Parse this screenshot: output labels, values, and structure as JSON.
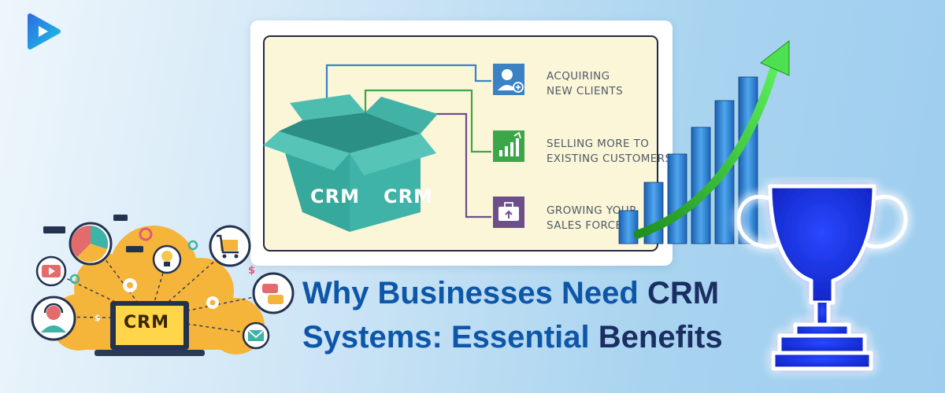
{
  "diagram": {
    "box_labels": [
      "CRM",
      "CRM"
    ],
    "benefits": [
      {
        "line1": "ACQUIRING",
        "line2": "NEW CLIENTS",
        "icon": "add-user-icon",
        "color": "#3b82c4"
      },
      {
        "line1": "SELLING MORE TO",
        "line2": "EXISTING CUSTOMERS",
        "icon": "bar-growth-icon",
        "color": "#3ea64a"
      },
      {
        "line1": "GROWING YOUR",
        "line2": "SALES FORCE",
        "icon": "briefcase-icon",
        "color": "#6d4f89"
      }
    ],
    "connector_colors": [
      "#3b82c4",
      "#3ea64a",
      "#6d4f89"
    ],
    "box_color": "#3fb3a7"
  },
  "illustration": {
    "screen_label": "CRM",
    "cloud_color": "#f5b43a"
  },
  "headline": {
    "line1_a": "Why Businesses Need ",
    "line1_b": "CRM",
    "line2_a": "Systems: Essential ",
    "line2_b": "Benefits"
  },
  "colors": {
    "headline_blue": "#0e56a8",
    "headline_dark": "#1b2e62",
    "trophy_glow": "#1f4dff",
    "arrow_green": "#2fbf2f"
  }
}
